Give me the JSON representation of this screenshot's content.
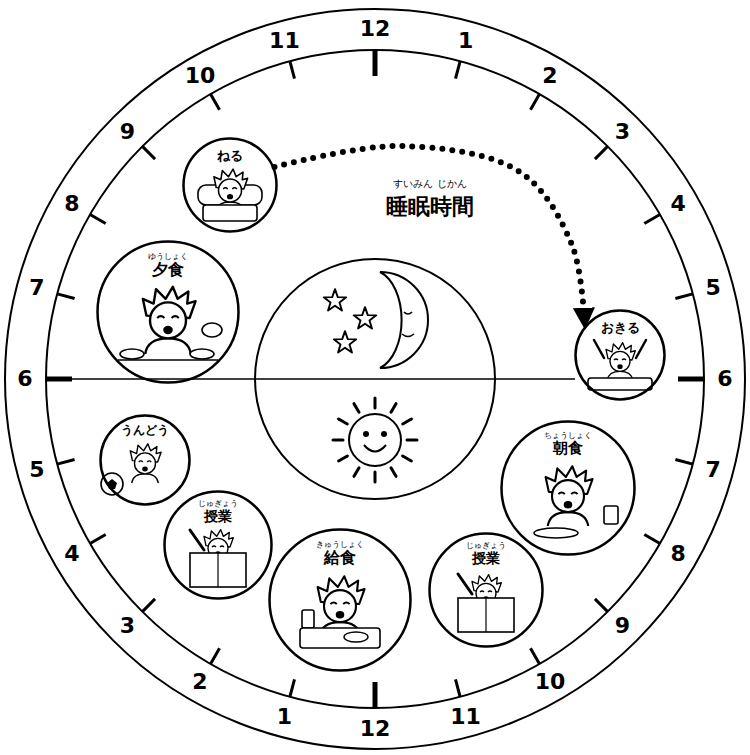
{
  "diagram": {
    "nodes": [
      {
        "text": [
          "ねる"
        ]
      },
      {
        "text": [
          "ゆうしょく",
          "夕食"
        ]
      },
      {
        "text": [
          "おきる"
        ]
      },
      {
        "text": [
          "うんどう"
        ]
      },
      {
        "text": [
          "ちょうしょく",
          "朝食"
        ]
      },
      {
        "text": [
          "じゅぎょう",
          "授業"
        ]
      },
      {
        "text": [
          "じゅぎょう",
          "授業"
        ]
      },
      {
        "text": [
          "きゅうしょく",
          "給食"
        ]
      }
    ],
    "edges": [
      {
        "from": 0,
        "to": 2,
        "arrow": "to"
      }
    ],
    "labels": [
      "12",
      "1",
      "2",
      "3",
      "4",
      "5",
      "6",
      "7",
      "8",
      "9",
      "10",
      "11",
      "12",
      "1",
      "2",
      "3",
      "4",
      "5",
      "6",
      "7",
      "8",
      "9",
      "10",
      "11",
      "すいみん じかん",
      "睡眠時間"
    ]
  }
}
